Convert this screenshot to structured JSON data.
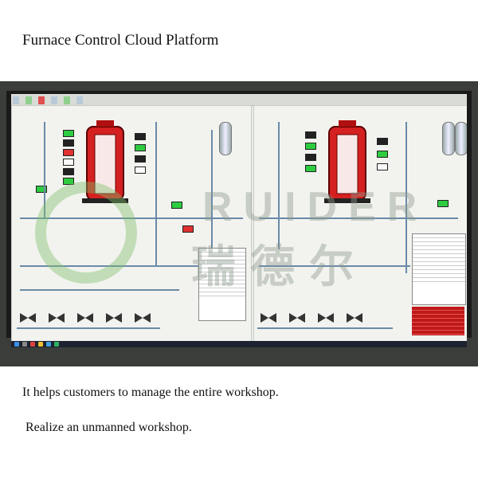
{
  "heading": "Furnace Control Cloud Platform",
  "captions": [
    "It helps customers to manage the entire workshop.",
    "Realize an unmanned workshop."
  ],
  "watermark": {
    "latin": "RUIDER",
    "chinese": "瑞德尔"
  },
  "colors": {
    "furnace_red": "#d42020",
    "status_green": "#2ecc40",
    "alarm_red": "#c01818",
    "pipe_blue": "#6a8aa8",
    "logo_green": "#7fbe6a"
  }
}
